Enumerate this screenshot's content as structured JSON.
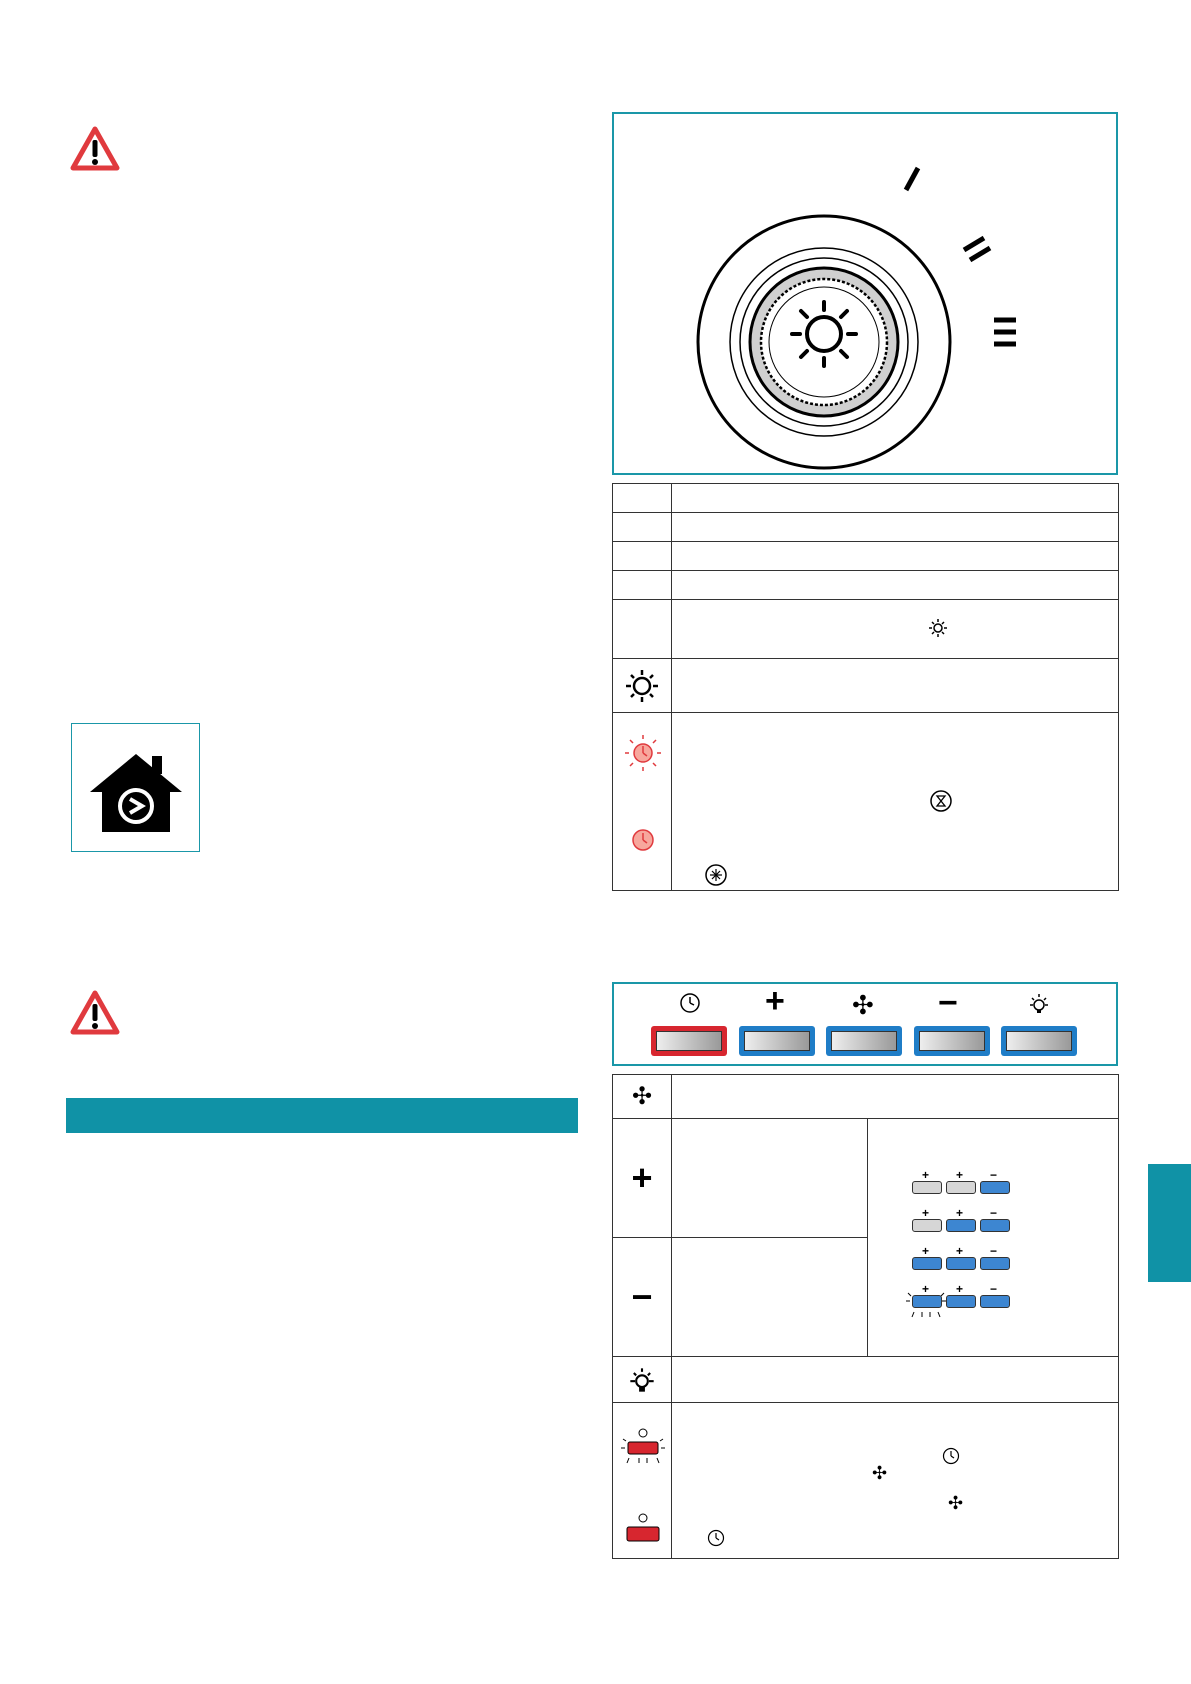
{
  "page": {
    "background": "#ffffff",
    "accent_color": "#1092a6",
    "warning_color": "#e03a3e"
  },
  "warnings": [
    {
      "icon": "warning-triangle-icon"
    },
    {
      "icon": "warning-triangle-icon"
    }
  ],
  "house_badge": {
    "icon": "house-recirculation-icon"
  },
  "knob": {
    "icon": "light-icon",
    "speed_marks": [
      "I",
      "II",
      "III"
    ]
  },
  "knob_table": {
    "rows": [
      {
        "icon": ""
      },
      {
        "icon": ""
      },
      {
        "icon": ""
      },
      {
        "icon": ""
      },
      {
        "icon": "",
        "inline_icon": "light-icon"
      },
      {
        "icon": "light-icon"
      },
      {
        "icons": [
          "timer-blinking-icon",
          "timer-steady-icon"
        ],
        "inline_icons": [
          "filter-icon",
          "snowflake-icon"
        ]
      }
    ]
  },
  "control_panel": {
    "buttons": [
      {
        "icon": "timer-icon",
        "color": "#d7262f",
        "symbol": "⏲"
      },
      {
        "icon": "plus-icon",
        "color": "#1f7dc7",
        "symbol": "+"
      },
      {
        "icon": "fan-icon",
        "color": "#1f7dc7",
        "symbol": "✣"
      },
      {
        "icon": "minus-icon",
        "color": "#1f7dc7",
        "symbol": "−"
      },
      {
        "icon": "light-bulb-icon",
        "color": "#1f7dc7",
        "symbol": "☼"
      }
    ]
  },
  "buttons_table": {
    "rows": [
      {
        "icon": "fan-icon",
        "symbol": "✣"
      },
      {
        "icon": "plus-icon",
        "symbol": "+"
      },
      {
        "icon": "minus-icon",
        "symbol": "−"
      },
      {
        "icon": "light-bulb-icon"
      },
      {
        "icons": [
          "timer-button-blinking-icon",
          "timer-button-steady-icon"
        ],
        "inline_icons": [
          "timer-icon",
          "fan-icon",
          "fan-icon",
          "timer-icon"
        ]
      }
    ],
    "speed_indicator": {
      "labels": [
        "+",
        "+",
        "−"
      ],
      "levels": [
        {
          "states": [
            "off",
            "off",
            "on"
          ]
        },
        {
          "states": [
            "off",
            "on",
            "on"
          ]
        },
        {
          "states": [
            "on",
            "on",
            "on"
          ]
        },
        {
          "states": [
            "blink",
            "on",
            "on"
          ]
        }
      ]
    }
  },
  "section_bar": {
    "color": "#1092a6"
  },
  "side_tab": {
    "color": "#1092a6"
  }
}
